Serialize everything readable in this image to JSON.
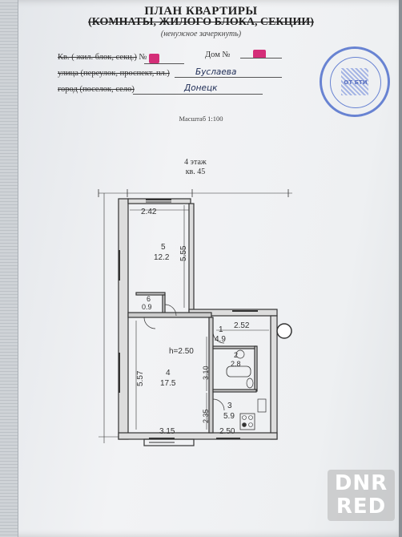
{
  "header": {
    "title": "ПЛАН КВАРТИРЫ",
    "subtitle": "(КОМНАТЫ, ЖИЛОГО БЛОКА, СЕКЦИИ)",
    "note": "(ненужное зачеркнуть)"
  },
  "fields": {
    "kv_label_struck": "Кв. ( жил. блок, секц.)",
    "kv_number_sign": "№",
    "dom_label": "Дом №",
    "street_label_struck": "улица (переулок, проспект, пл.)",
    "street_value": "Буслаева",
    "city_label_struck": "город (поселок, село)",
    "city_value": "Донецк"
  },
  "scale_text": "Масштаб 1:100",
  "floor": {
    "floor_text": "4 этаж",
    "apartment_text": "кв. 45"
  },
  "plan": {
    "ceiling_height": "h=2.50",
    "rooms": [
      {
        "num": "5",
        "area": "12.2"
      },
      {
        "num": "6",
        "area": "0.9"
      },
      {
        "num": "1",
        "area": "4.9"
      },
      {
        "num": "2",
        "area": "2.8"
      },
      {
        "num": "4",
        "area": "17.5"
      },
      {
        "num": "3",
        "area": "5.9"
      }
    ],
    "dimensions": {
      "top_width": "2.42",
      "room5_length": "5.55",
      "hall_width": "2.52",
      "kitchen_depth": "3.10",
      "room4_length": "5.57",
      "room3_depth": "2.35",
      "bottom_left": "3.15",
      "bottom_right": "2.50"
    }
  },
  "stamp_text": "ОТ БТИ",
  "watermark": {
    "line1": "DNR",
    "line2": "RED"
  },
  "colors": {
    "ink": "#222222",
    "stamp": "#3c5fc8",
    "redaction": "#d42e78"
  }
}
